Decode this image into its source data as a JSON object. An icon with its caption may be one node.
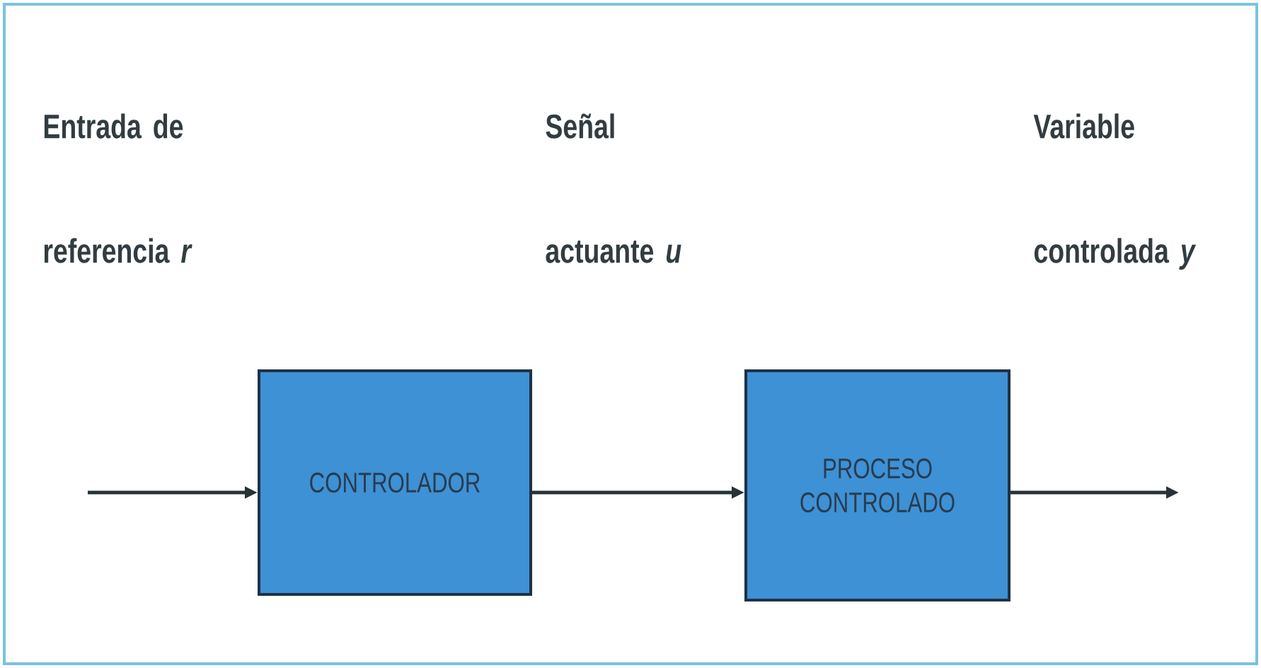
{
  "diagram": {
    "nodes": [
      {
        "text": [
          "CONTROLADOR"
        ]
      },
      {
        "text": [
          "PROCESO CONTROLADO"
        ]
      }
    ],
    "edges": [
      {
        "from": null,
        "to": 0,
        "arrow": "to"
      },
      {
        "from": 0,
        "to": 1,
        "arrow": "to"
      },
      {
        "from": 1,
        "to": null,
        "arrow": "to"
      }
    ],
    "labels": [
      "Entrada de referencia *r*",
      "Señal actuante *u*",
      "Variable controlada *y*"
    ]
  }
}
